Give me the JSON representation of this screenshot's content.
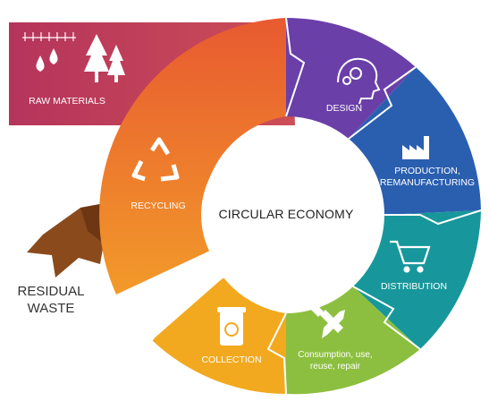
{
  "center": {
    "label": "CIRCULAR ECONOMY"
  },
  "stages": {
    "raw_materials": "RAW MATERIALS",
    "design": "DESIGN",
    "production_line1": "PRODUCTION,",
    "production_line2": "REMANUFACTURING",
    "distribution": "DISTRIBUTION",
    "consumption_line1": "Consumption, use,",
    "consumption_line2": "reuse, repair",
    "collection": "COLLECTION",
    "recycling": "RECYCLING"
  },
  "residual_waste": {
    "line1": "RESIDUAL",
    "line2": "WASTE"
  },
  "colors": {
    "raw_materials": "#b73a5d",
    "design": "#6b3fa8",
    "production": "#2a5fb0",
    "distribution": "#17979b",
    "consumption": "#8cbf3f",
    "collection": "#f2a91f",
    "recycling": "#ee7b2b",
    "arrow": "#8a4a1c",
    "center_text": "#222222"
  },
  "icons": [
    "droplets-icon",
    "trees-icon",
    "gear-head-icon",
    "factory-icon",
    "shopping-cart-icon",
    "tools-icon",
    "recycle-bin-icon",
    "recycle-icon",
    "down-arrow-icon"
  ]
}
